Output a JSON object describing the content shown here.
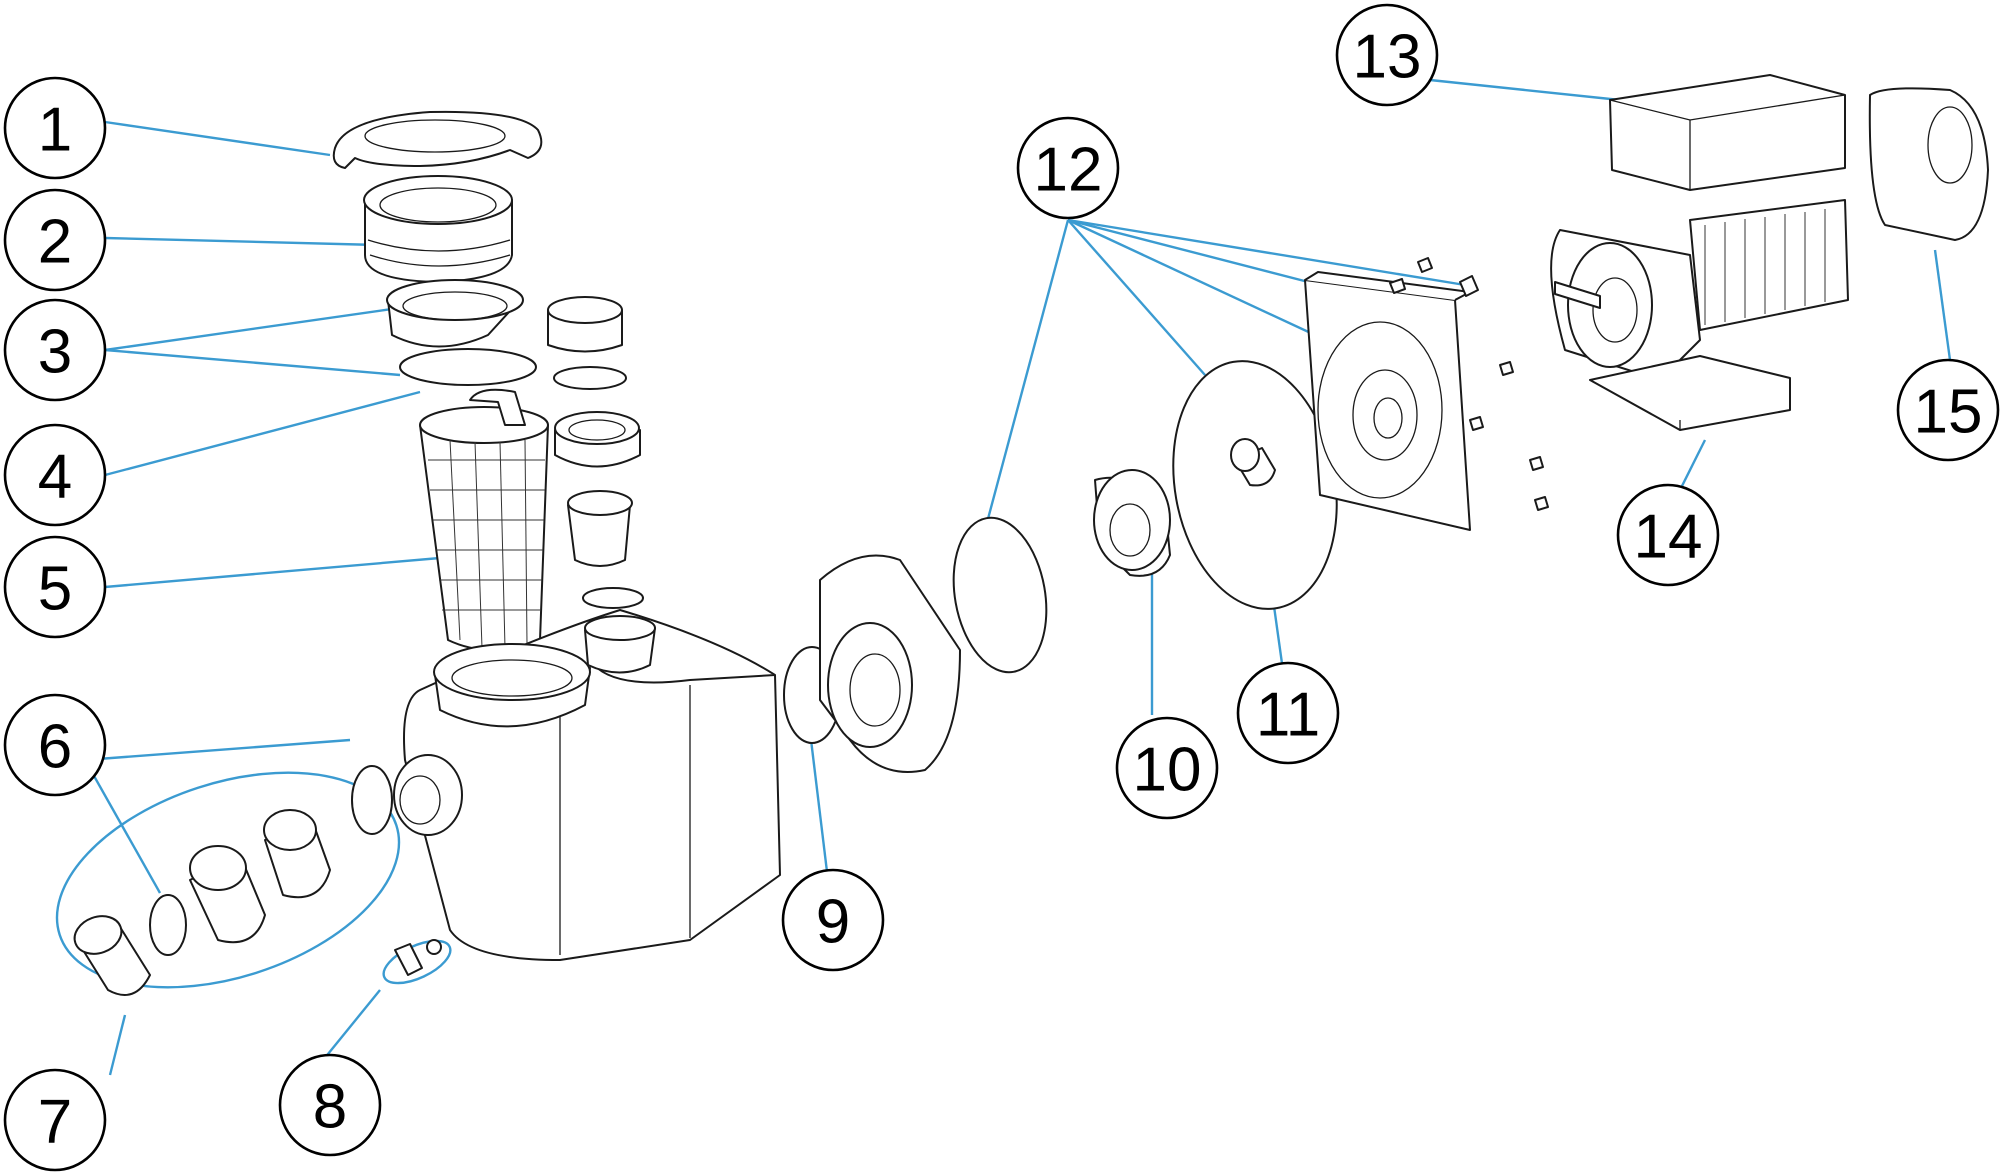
{
  "diagram": {
    "callouts": [
      {
        "id": "1",
        "label": "1"
      },
      {
        "id": "2",
        "label": "2"
      },
      {
        "id": "3",
        "label": "3"
      },
      {
        "id": "4",
        "label": "4"
      },
      {
        "id": "5",
        "label": "5"
      },
      {
        "id": "6",
        "label": "6"
      },
      {
        "id": "7",
        "label": "7"
      },
      {
        "id": "8",
        "label": "8"
      },
      {
        "id": "9",
        "label": "9"
      },
      {
        "id": "10",
        "label": "10"
      },
      {
        "id": "11",
        "label": "11"
      },
      {
        "id": "12",
        "label": "12"
      },
      {
        "id": "13",
        "label": "13"
      },
      {
        "id": "14",
        "label": "14"
      },
      {
        "id": "15",
        "label": "15"
      }
    ],
    "colors": {
      "leader": "#3b9bd1",
      "outline": "#1a1a1a",
      "background": "#ffffff"
    }
  }
}
